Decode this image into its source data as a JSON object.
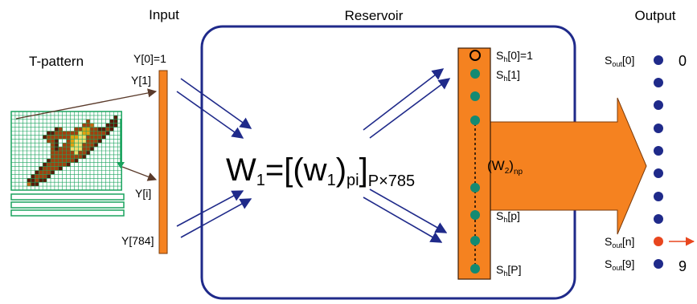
{
  "headers": {
    "input": "Input",
    "reservoir": "Reservoir",
    "output": "Output"
  },
  "tpattern_label": "T-pattern",
  "input_labels": {
    "y0": "Y[0]=1",
    "y1": "Y[1]",
    "yi": "Y[i]",
    "y784": "Y[784]"
  },
  "weight_matrix": {
    "w": "W",
    "w_sub": "1",
    "mid": "=[(w",
    "w_inner_sub": "1",
    "close": ")",
    "pi_sub": "pi",
    "bracket": "]",
    "dims": "P×785"
  },
  "hidden_labels": {
    "sh0_main": "S",
    "sh0_sub": "h",
    "sh0_rest": "[0]=1",
    "sh1_rest": "[1]",
    "shp_rest": "[p]",
    "shP_rest": "[P]"
  },
  "w2_label": {
    "open": "(W",
    "sub": "2",
    "close": ")",
    "np_sub": "np"
  },
  "output_labels": {
    "s_main": "S",
    "s_sub": "out",
    "first_idx": "[0]",
    "n_idx": "[n]",
    "last_idx": "[9]",
    "digit_first": "0",
    "digit_last": "9"
  },
  "colors": {
    "orange": "#F58220",
    "navy": "#1F2A8A",
    "teal": "#138A72",
    "red": "#E8461E",
    "green_grid": "#1AA35E",
    "dark_brown": "#5A1A0A",
    "brown": "#A0400F",
    "gold": "#E0A010"
  }
}
